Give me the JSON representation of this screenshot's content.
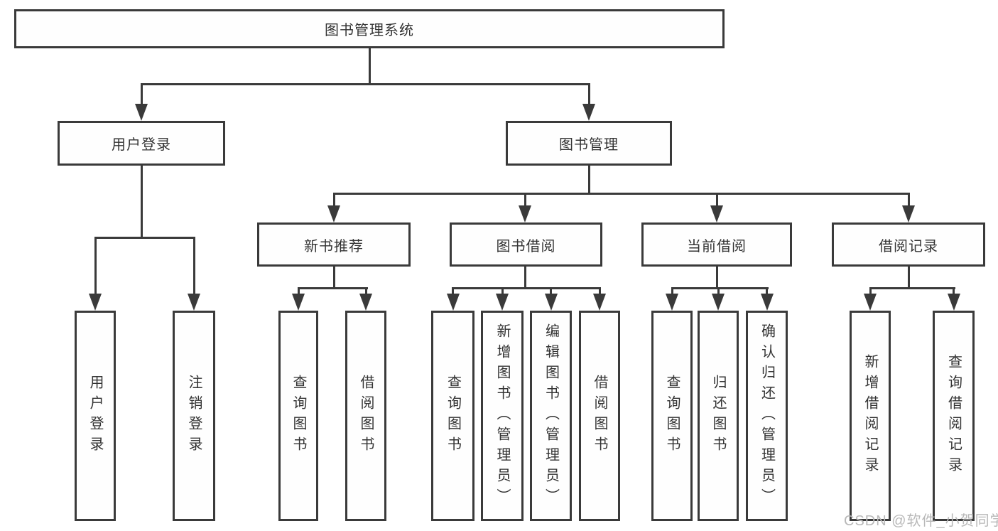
{
  "colors": {
    "line": "#3a3a3a",
    "text": "#333333",
    "watermark": "#b8b8b8",
    "node_background": "#fefefe",
    "page_background": "#ffffff"
  },
  "tree": {
    "label": "图书管理系统",
    "children": [
      {
        "label": "用户登录",
        "children": [
          {
            "label": "用户登录"
          },
          {
            "label": "注销登录"
          }
        ]
      },
      {
        "label": "图书管理",
        "children": [
          {
            "label": "新书推荐",
            "children": [
              {
                "label": "查询图书"
              },
              {
                "label": "借阅图书"
              }
            ]
          },
          {
            "label": "图书借阅",
            "children": [
              {
                "label": "查询图书"
              },
              {
                "label": "新增图书（管理员）"
              },
              {
                "label": "编辑图书（管理员）"
              },
              {
                "label": "借阅图书"
              }
            ]
          },
          {
            "label": "当前借阅",
            "children": [
              {
                "label": "查询图书"
              },
              {
                "label": "归还图书"
              },
              {
                "label": "确认归还（管理员）"
              }
            ]
          },
          {
            "label": "借阅记录",
            "children": [
              {
                "label": "新增借阅记录"
              },
              {
                "label": "查询借阅记录"
              }
            ]
          }
        ]
      }
    ]
  },
  "watermark": {
    "text": "CSDN @软件_小贺同学"
  }
}
